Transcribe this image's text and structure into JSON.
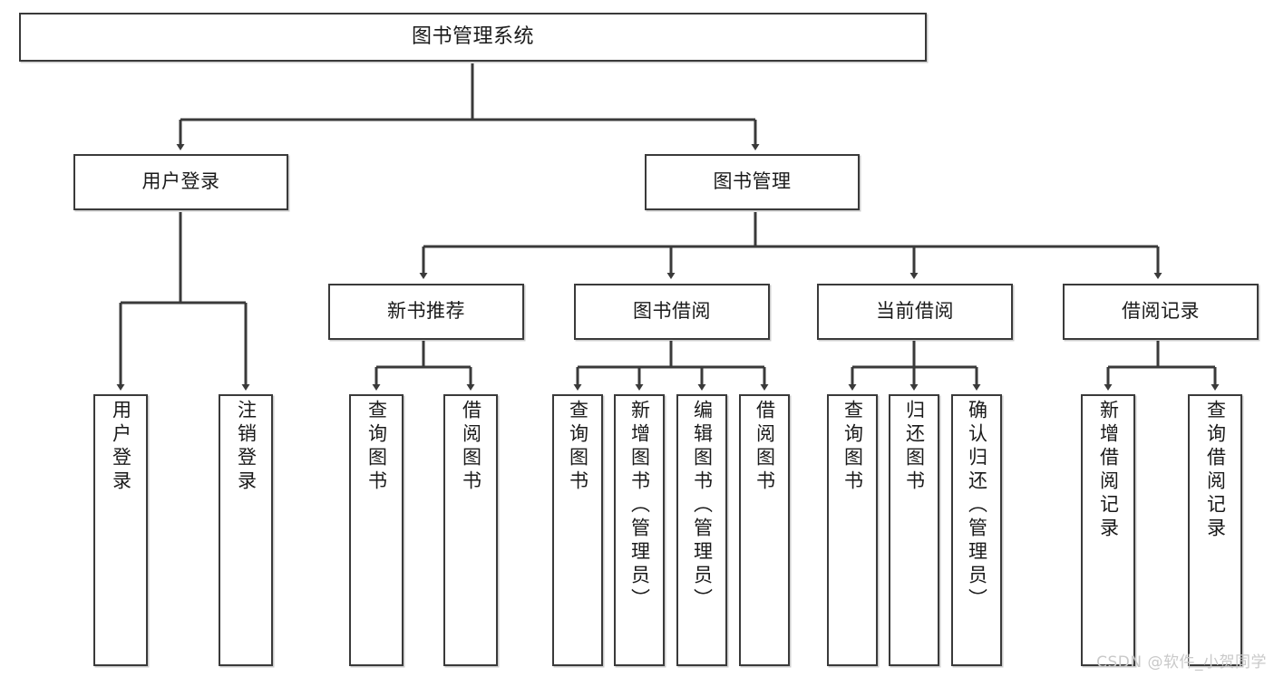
{
  "diagram": {
    "type": "tree",
    "title": "图书管理系统",
    "watermark": "CSDN @软件_小贺同学",
    "colors": {
      "stroke": "#3a3a3a",
      "fill": "#ffffff",
      "text": "#1a1a1a",
      "watermark": "#c9c9c9"
    },
    "nodes": {
      "root": {
        "label": "图书管理系统"
      },
      "level2": [
        {
          "id": "user-login",
          "label": "用户登录"
        },
        {
          "id": "book-management",
          "label": "图书管理"
        }
      ],
      "level3": [
        {
          "id": "new-book-recommend",
          "label": "新书推荐"
        },
        {
          "id": "book-borrow",
          "label": "图书借阅"
        },
        {
          "id": "current-borrow",
          "label": "当前借阅"
        },
        {
          "id": "borrow-record",
          "label": "借阅记录"
        }
      ],
      "leaves": {
        "user_login": [
          {
            "id": "leaf-user-login",
            "label": "用户登录"
          },
          {
            "id": "leaf-logout",
            "label": "注销登录"
          }
        ],
        "new_book_recommend": [
          {
            "id": "leaf-query-book-1",
            "label": "查询图书"
          },
          {
            "id": "leaf-borrow-book-1",
            "label": "借阅图书"
          }
        ],
        "book_borrow": [
          {
            "id": "leaf-query-book-2",
            "label": "查询图书"
          },
          {
            "id": "leaf-add-book",
            "label": "新增图书（管理员）"
          },
          {
            "id": "leaf-edit-book",
            "label": "编辑图书（管理员）"
          },
          {
            "id": "leaf-borrow-book-2",
            "label": "借阅图书"
          }
        ],
        "current_borrow": [
          {
            "id": "leaf-query-book-3",
            "label": "查询图书"
          },
          {
            "id": "leaf-return-book",
            "label": "归还图书"
          },
          {
            "id": "leaf-confirm-return",
            "label": "确认归还（管理员）"
          }
        ],
        "borrow_record": [
          {
            "id": "leaf-add-record",
            "label": "新增借阅记录"
          },
          {
            "id": "leaf-query-record",
            "label": "查询借阅记录"
          }
        ]
      }
    }
  }
}
